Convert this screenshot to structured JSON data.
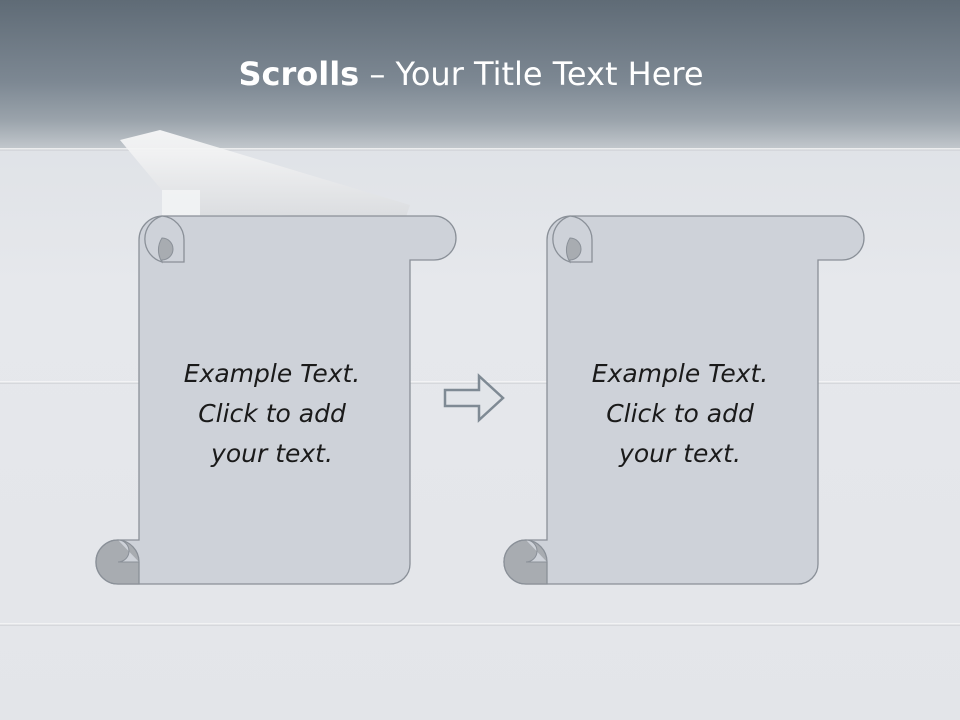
{
  "slide": {
    "title_bold": "Scrolls",
    "title_separator": " – ",
    "title_rest": "Your Title Text Here"
  },
  "scrolls": [
    {
      "line1": "Example  Text.",
      "line2": "Click  to add",
      "line3": "your text."
    },
    {
      "line1": "Example  Text.",
      "line2": "Click  to add",
      "line3": "your text."
    }
  ],
  "colors": {
    "title_band": "#6f7a85",
    "scroll_fill": "#ced2d9",
    "scroll_stroke": "#8a9098",
    "scroll_curl": "#a8acb1",
    "arrow_stroke": "#7f8a94"
  },
  "icons": {
    "arrow": "right-arrow-outline-icon"
  }
}
